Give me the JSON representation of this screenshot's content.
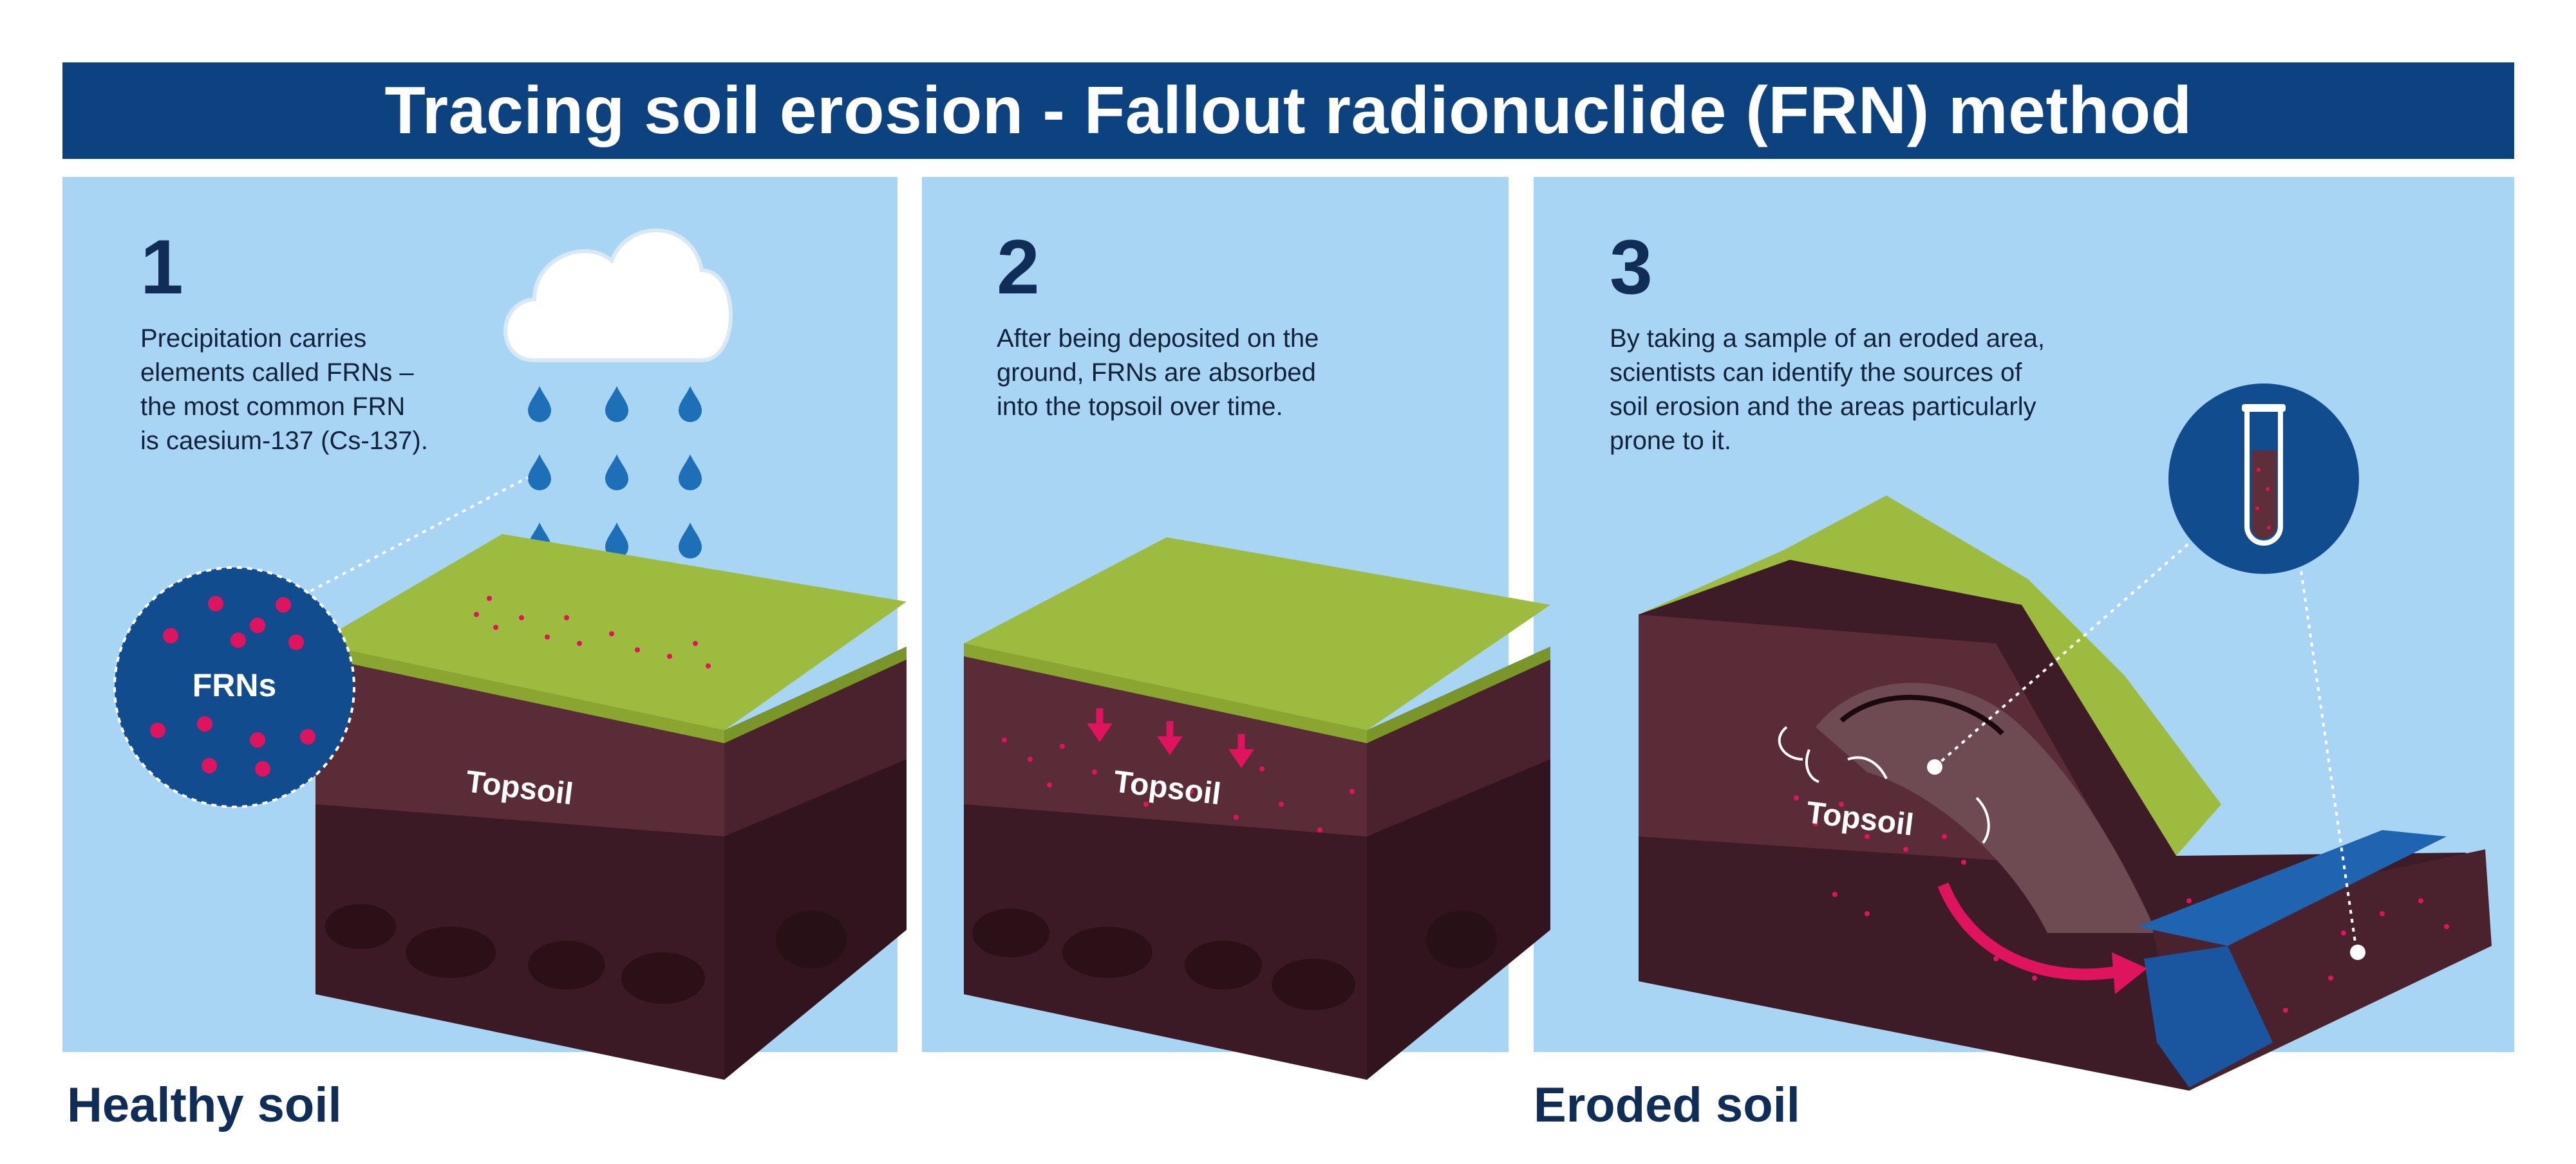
{
  "title": "Tracing soil erosion - Fallout radionuclide (FRN) method",
  "panels": [
    {
      "number": "1",
      "text": "Precipitation carries\nelements called FRNs –\nthe most common FRN\nis caesium-137 (Cs-137).",
      "badge_label": "FRNs",
      "soil_label": "Topsoil"
    },
    {
      "number": "2",
      "text": "After being deposited on the\nground, FRNs are absorbed\ninto the topsoil over time.",
      "soil_label": "Topsoil"
    },
    {
      "number": "3",
      "text": "By taking a sample of an eroded area,\nscientists can identify the sources of\nsoil erosion and the areas particularly\nprone to it.",
      "soil_label": "Topsoil"
    }
  ],
  "footer": {
    "left_label": "Healthy soil",
    "right_label": "Eroded soil"
  },
  "colors": {
    "banner": "#0d4281",
    "panel_bg": "#a9d5f4",
    "grass": "#9dbb3e",
    "soil_top": "#5e2f3a",
    "soil_bottom": "#3e1c27",
    "frn_dot": "#e0135f",
    "water_drop": "#1d6fb8",
    "water": "#1f64b0",
    "badge": "#114c8f"
  },
  "icons": [
    "cloud-icon",
    "raindrop-icon",
    "down-arrow-icon",
    "test-tube-icon",
    "curved-arrow-icon"
  ]
}
